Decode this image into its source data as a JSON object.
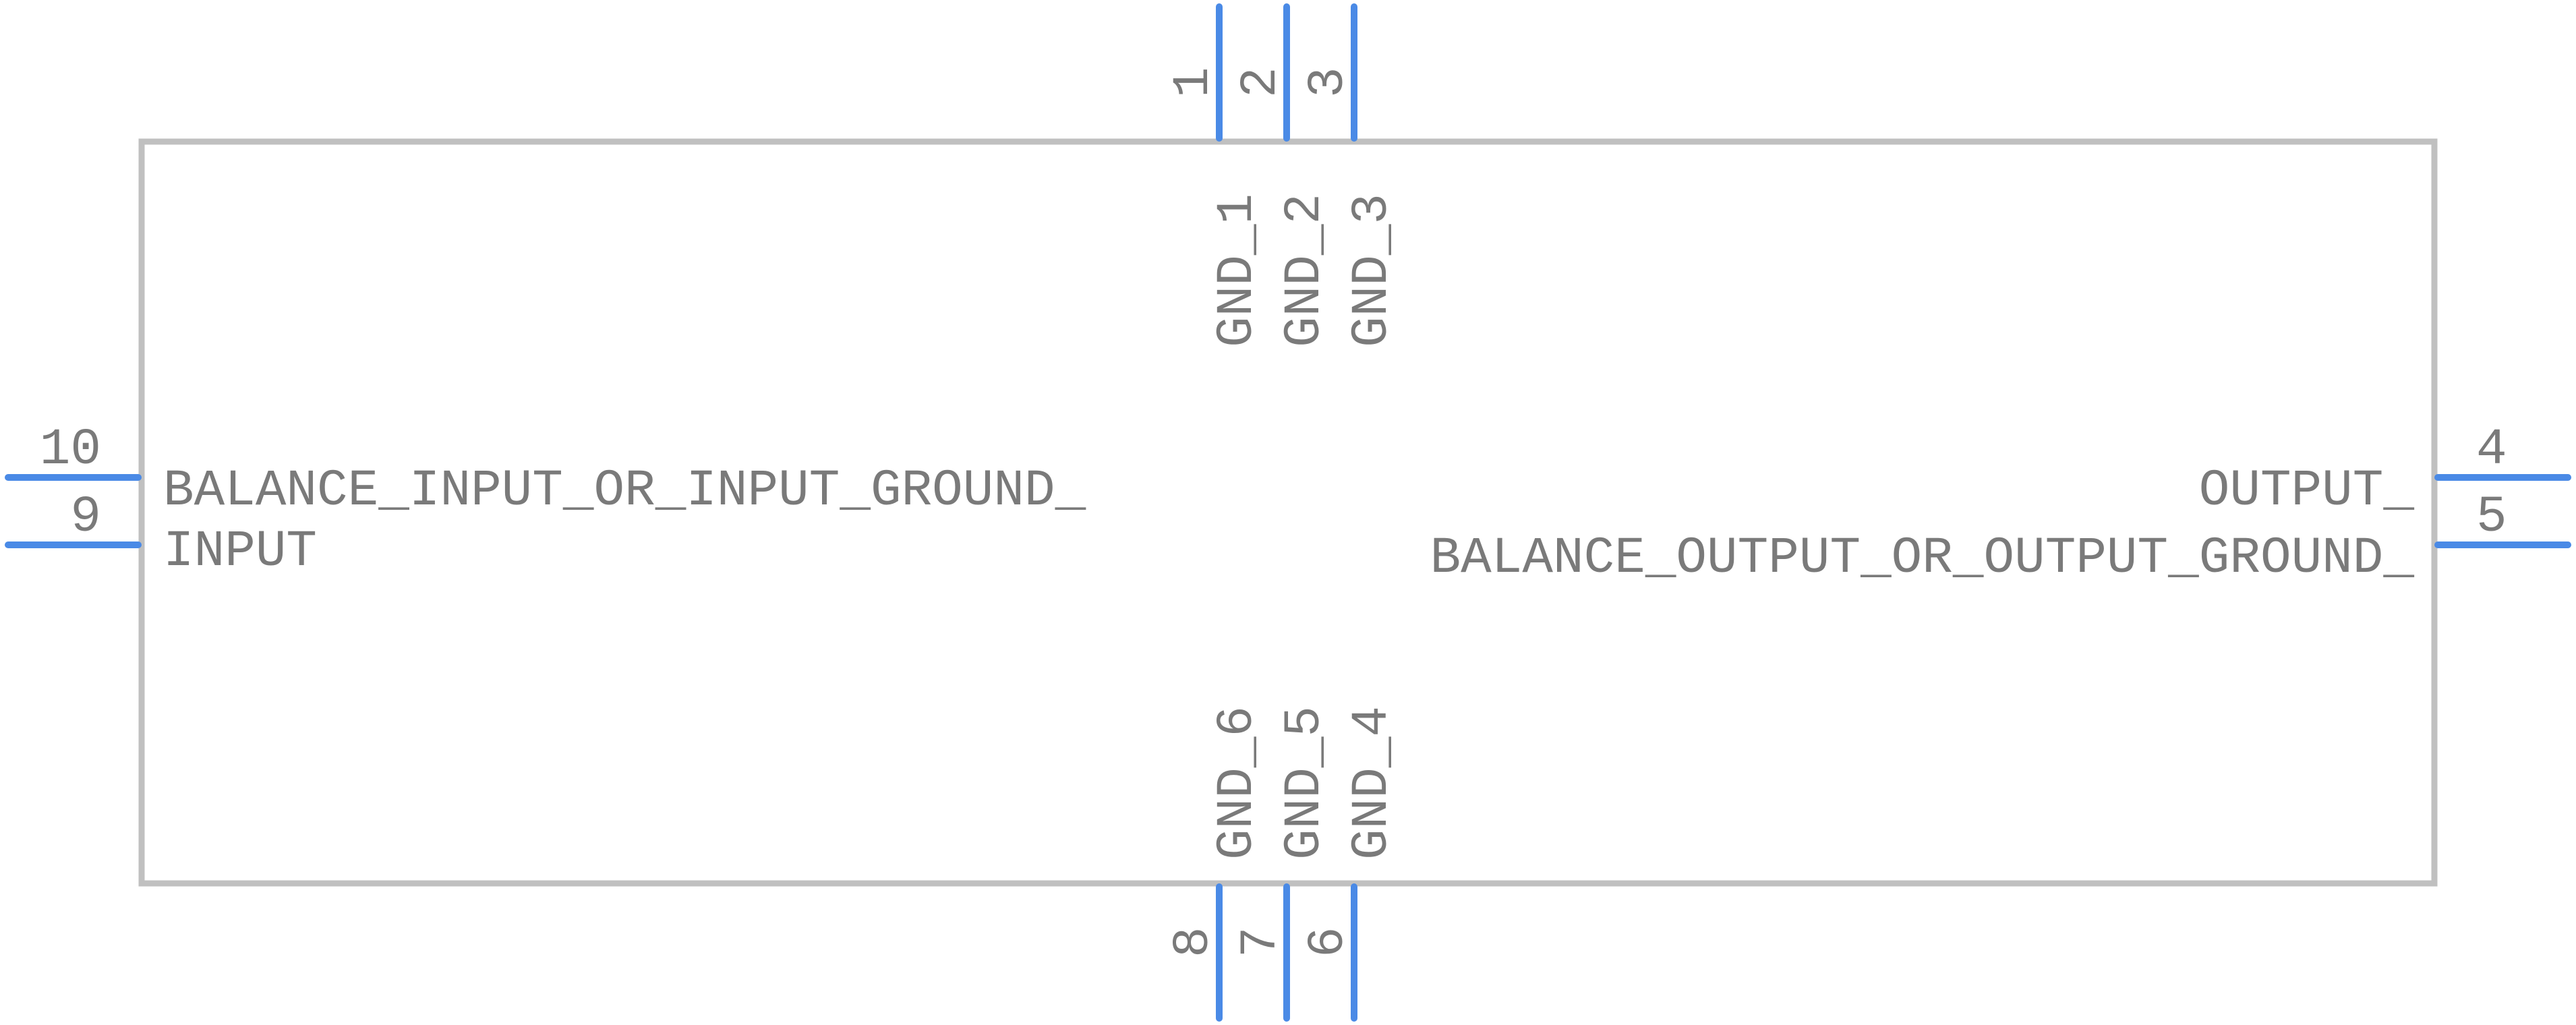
{
  "colors": {
    "pin": "#4a8ae6",
    "outline": "#c0c0c0",
    "text": "#7a7a7a"
  },
  "pins": {
    "p1": {
      "number": "1",
      "name": "GND_1"
    },
    "p2": {
      "number": "2",
      "name": "GND_2"
    },
    "p3": {
      "number": "3",
      "name": "GND_3"
    },
    "p4": {
      "number": "4"
    },
    "p5": {
      "number": "5"
    },
    "p6": {
      "number": "6",
      "name": "GND_4"
    },
    "p7": {
      "number": "7",
      "name": "GND_5"
    },
    "p8": {
      "number": "8",
      "name": "GND_6"
    },
    "p9": {
      "number": "9"
    },
    "p10": {
      "number": "10"
    }
  },
  "labels": {
    "left_line1": "BALANCE_INPUT_OR_INPUT_GROUND_",
    "left_line2": "INPUT",
    "right_line1": "OUTPUT_",
    "right_line2": "BALANCE_OUTPUT_OR_OUTPUT_GROUND_"
  }
}
